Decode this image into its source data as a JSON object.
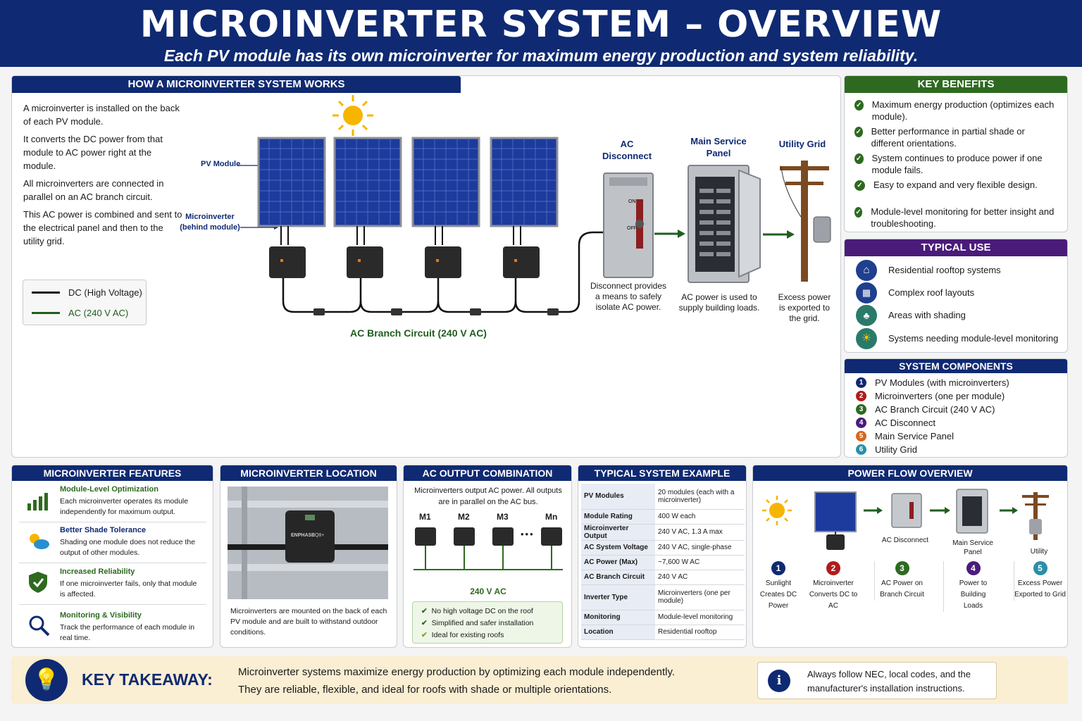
{
  "header": {
    "title": "MICROINVERTER SYSTEM – OVERVIEW",
    "subtitle": "Each PV module has its own microinverter for maximum energy production and system reliability."
  },
  "how": {
    "title": "HOW A MICROINVERTER SYSTEM WORKS",
    "paragraphs": [
      "A microinverter is installed on the back of each PV module.",
      "It converts the DC power from that module to AC power right at the module.",
      "All microinverters are connected in parallel on an AC branch circuit.",
      "This AC power is combined and sent to the electrical panel and then to the utility grid."
    ],
    "pv_label": "PV Module",
    "micro_label": "Microinverter (behind module)",
    "branch_label": "AC Branch Circuit (240 V AC)",
    "legend": [
      {
        "label": "DC (High Voltage)",
        "color": "#111111"
      },
      {
        "label": "AC (240 V AC)",
        "color": "#1f5e1f"
      }
    ],
    "disconnect": {
      "title": "AC Disconnect",
      "on": "ON",
      "off": "OFF",
      "caption": "Disconnect provides a means to safely isolate AC power."
    },
    "panel": {
      "title": "Main Service Panel",
      "caption": "AC power is used to supply building loads."
    },
    "grid": {
      "title": "Utility Grid",
      "caption": "Excess power is exported to the grid."
    }
  },
  "benefits": {
    "title": "KEY BENEFITS",
    "items": [
      "Maximum energy production (optimizes each module).",
      "Better performance in partial shade or different orientations.",
      "System continues to produce power if one module fails.",
      "Easy to expand and very flexible design.",
      "Module-level monitoring for better insight and troubleshooting."
    ]
  },
  "typical_use": {
    "title": "TYPICAL USE",
    "items": [
      {
        "label": "Residential rooftop systems",
        "icon": "house-icon"
      },
      {
        "label": "Complex roof layouts",
        "icon": "building-icon"
      },
      {
        "label": "Areas with shading",
        "icon": "tree-icon"
      },
      {
        "label": "Systems needing module-level monitoring",
        "icon": "sun-icon"
      }
    ]
  },
  "components": {
    "title": "SYSTEM COMPONENTS",
    "items": [
      {
        "n": "1",
        "label": "PV Modules (with microinverters)",
        "color": "#0f2a72"
      },
      {
        "n": "2",
        "label": "Microinverters (one per module)",
        "color": "#b01c1c"
      },
      {
        "n": "3",
        "label": "AC Branch Circuit (240 V AC)",
        "color": "#2d6a1f"
      },
      {
        "n": "4",
        "label": "AC Disconnect",
        "color": "#4b1b7a"
      },
      {
        "n": "5",
        "label": "Main Service Panel",
        "color": "#d9651a"
      },
      {
        "n": "6",
        "label": "Utility Grid",
        "color": "#2a8fa8"
      }
    ]
  },
  "features": {
    "title": "MICROINVERTER FEATURES",
    "items": [
      {
        "title": "Module-Level Optimization",
        "text": "Each microinverter operates its module independently for maximum output.",
        "icon": "bar-chart-icon"
      },
      {
        "title": "Better Shade Tolerance",
        "text": "Shading one module does not reduce the output of other modules.",
        "icon": "cloud-sun-icon"
      },
      {
        "title": "Increased Reliability",
        "text": "If one microinverter fails, only that module is affected.",
        "icon": "shield-icon"
      },
      {
        "title": "Monitoring & Visibility",
        "text": "Track the performance of each module in real time.",
        "icon": "magnifier-icon"
      }
    ]
  },
  "location": {
    "title": "MICROINVERTER LOCATION",
    "photo_brand": "ENPHASE",
    "photo_model": "IQ8+",
    "caption": "Microinverters are mounted on the back of each PV module and are built to withstand outdoor conditions."
  },
  "combination": {
    "title": "AC OUTPUT COMBINATION",
    "intro": "Microinverters output AC power. All outputs are in parallel on the AC bus.",
    "labels": [
      "M1",
      "M2",
      "M3",
      "Mn"
    ],
    "dots": "•••",
    "bus_label": "240 V AC",
    "checks": [
      "No high voltage DC on the roof",
      "Simplified and safer installation",
      "Ideal for existing roofs"
    ]
  },
  "example": {
    "title": "TYPICAL SYSTEM EXAMPLE",
    "rows": [
      [
        "PV Modules",
        "20 modules (each with a microinverter)"
      ],
      [
        "Module Rating",
        "400 W each"
      ],
      [
        "Microinverter Output",
        "240 V AC, 1.3 A max"
      ],
      [
        "AC System Voltage",
        "240 V AC, single-phase"
      ],
      [
        "AC Power (Max)",
        "~7,600 W AC"
      ],
      [
        "AC Branch Circuit",
        "240 V AC"
      ],
      [
        "Inverter Type",
        "Microinverters (one per module)"
      ],
      [
        "Monitoring",
        "Module-level monitoring"
      ],
      [
        "Location",
        "Residential rooftop"
      ]
    ]
  },
  "flow": {
    "title": "POWER FLOW OVERVIEW",
    "labels": {
      "disconnect": "AC Disconnect",
      "panel": "Main Service Panel",
      "grid": "Utility"
    },
    "steps": [
      {
        "n": "1",
        "label": "Sunlight Creates DC Power",
        "color": "#0f2a72"
      },
      {
        "n": "2",
        "label": "Microinverter Converts DC to AC",
        "color": "#b01c1c"
      },
      {
        "n": "3",
        "label": "AC Power on Branch Circuit",
        "color": "#2d6a1f"
      },
      {
        "n": "4",
        "label": "Power to Building Loads",
        "color": "#4b1b7a"
      },
      {
        "n": "5",
        "label": "Excess Power Exported to Grid",
        "color": "#2a8fa8"
      }
    ]
  },
  "takeaway": {
    "title": "KEY TAKEAWAY:",
    "line1": "Microinverter systems maximize energy production by optimizing each module independently.",
    "line2": "They are reliable, flexible, and ideal for roofs with shade or multiple orientations.",
    "note": "Always follow NEC, local codes, and the manufacturer's installation instructions."
  },
  "colors": {
    "navy": "#0f2a72",
    "green": "#2d6a1f",
    "purple": "#4b1b7a",
    "ac_wire": "#1f5e1f"
  }
}
